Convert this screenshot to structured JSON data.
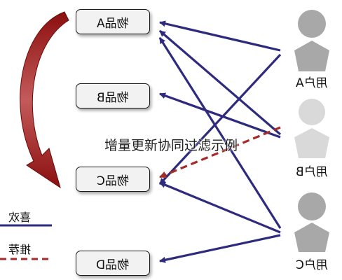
{
  "caption": "增量更新协同过滤示例",
  "items": [
    {
      "id": "A",
      "label": "物品A"
    },
    {
      "id": "B",
      "label": "物品B"
    },
    {
      "id": "C",
      "label": "物品C"
    },
    {
      "id": "D",
      "label": "物品D"
    }
  ],
  "users": [
    {
      "id": "A",
      "label": "用户A"
    },
    {
      "id": "B",
      "label": "用户B"
    },
    {
      "id": "C",
      "label": "用户C"
    }
  ],
  "legend": {
    "like": "喜欢",
    "recommend": "推荐"
  },
  "colors": {
    "like": "#2e2a7e",
    "recommend": "#a52a2a",
    "update_arrow": "#9b1010",
    "user_icon": "#a8a8a8",
    "user_b_icon": "#d9d9d9"
  },
  "relations": {
    "likes": [
      {
        "user": "A",
        "item": "A"
      },
      {
        "user": "A",
        "item": "C"
      },
      {
        "user": "B",
        "item": "A"
      },
      {
        "user": "B",
        "item": "B"
      },
      {
        "user": "C",
        "item": "A"
      },
      {
        "user": "C",
        "item": "C"
      },
      {
        "user": "C",
        "item": "D"
      }
    ],
    "recommendations": [
      {
        "user": "B",
        "item": "C"
      }
    ]
  }
}
